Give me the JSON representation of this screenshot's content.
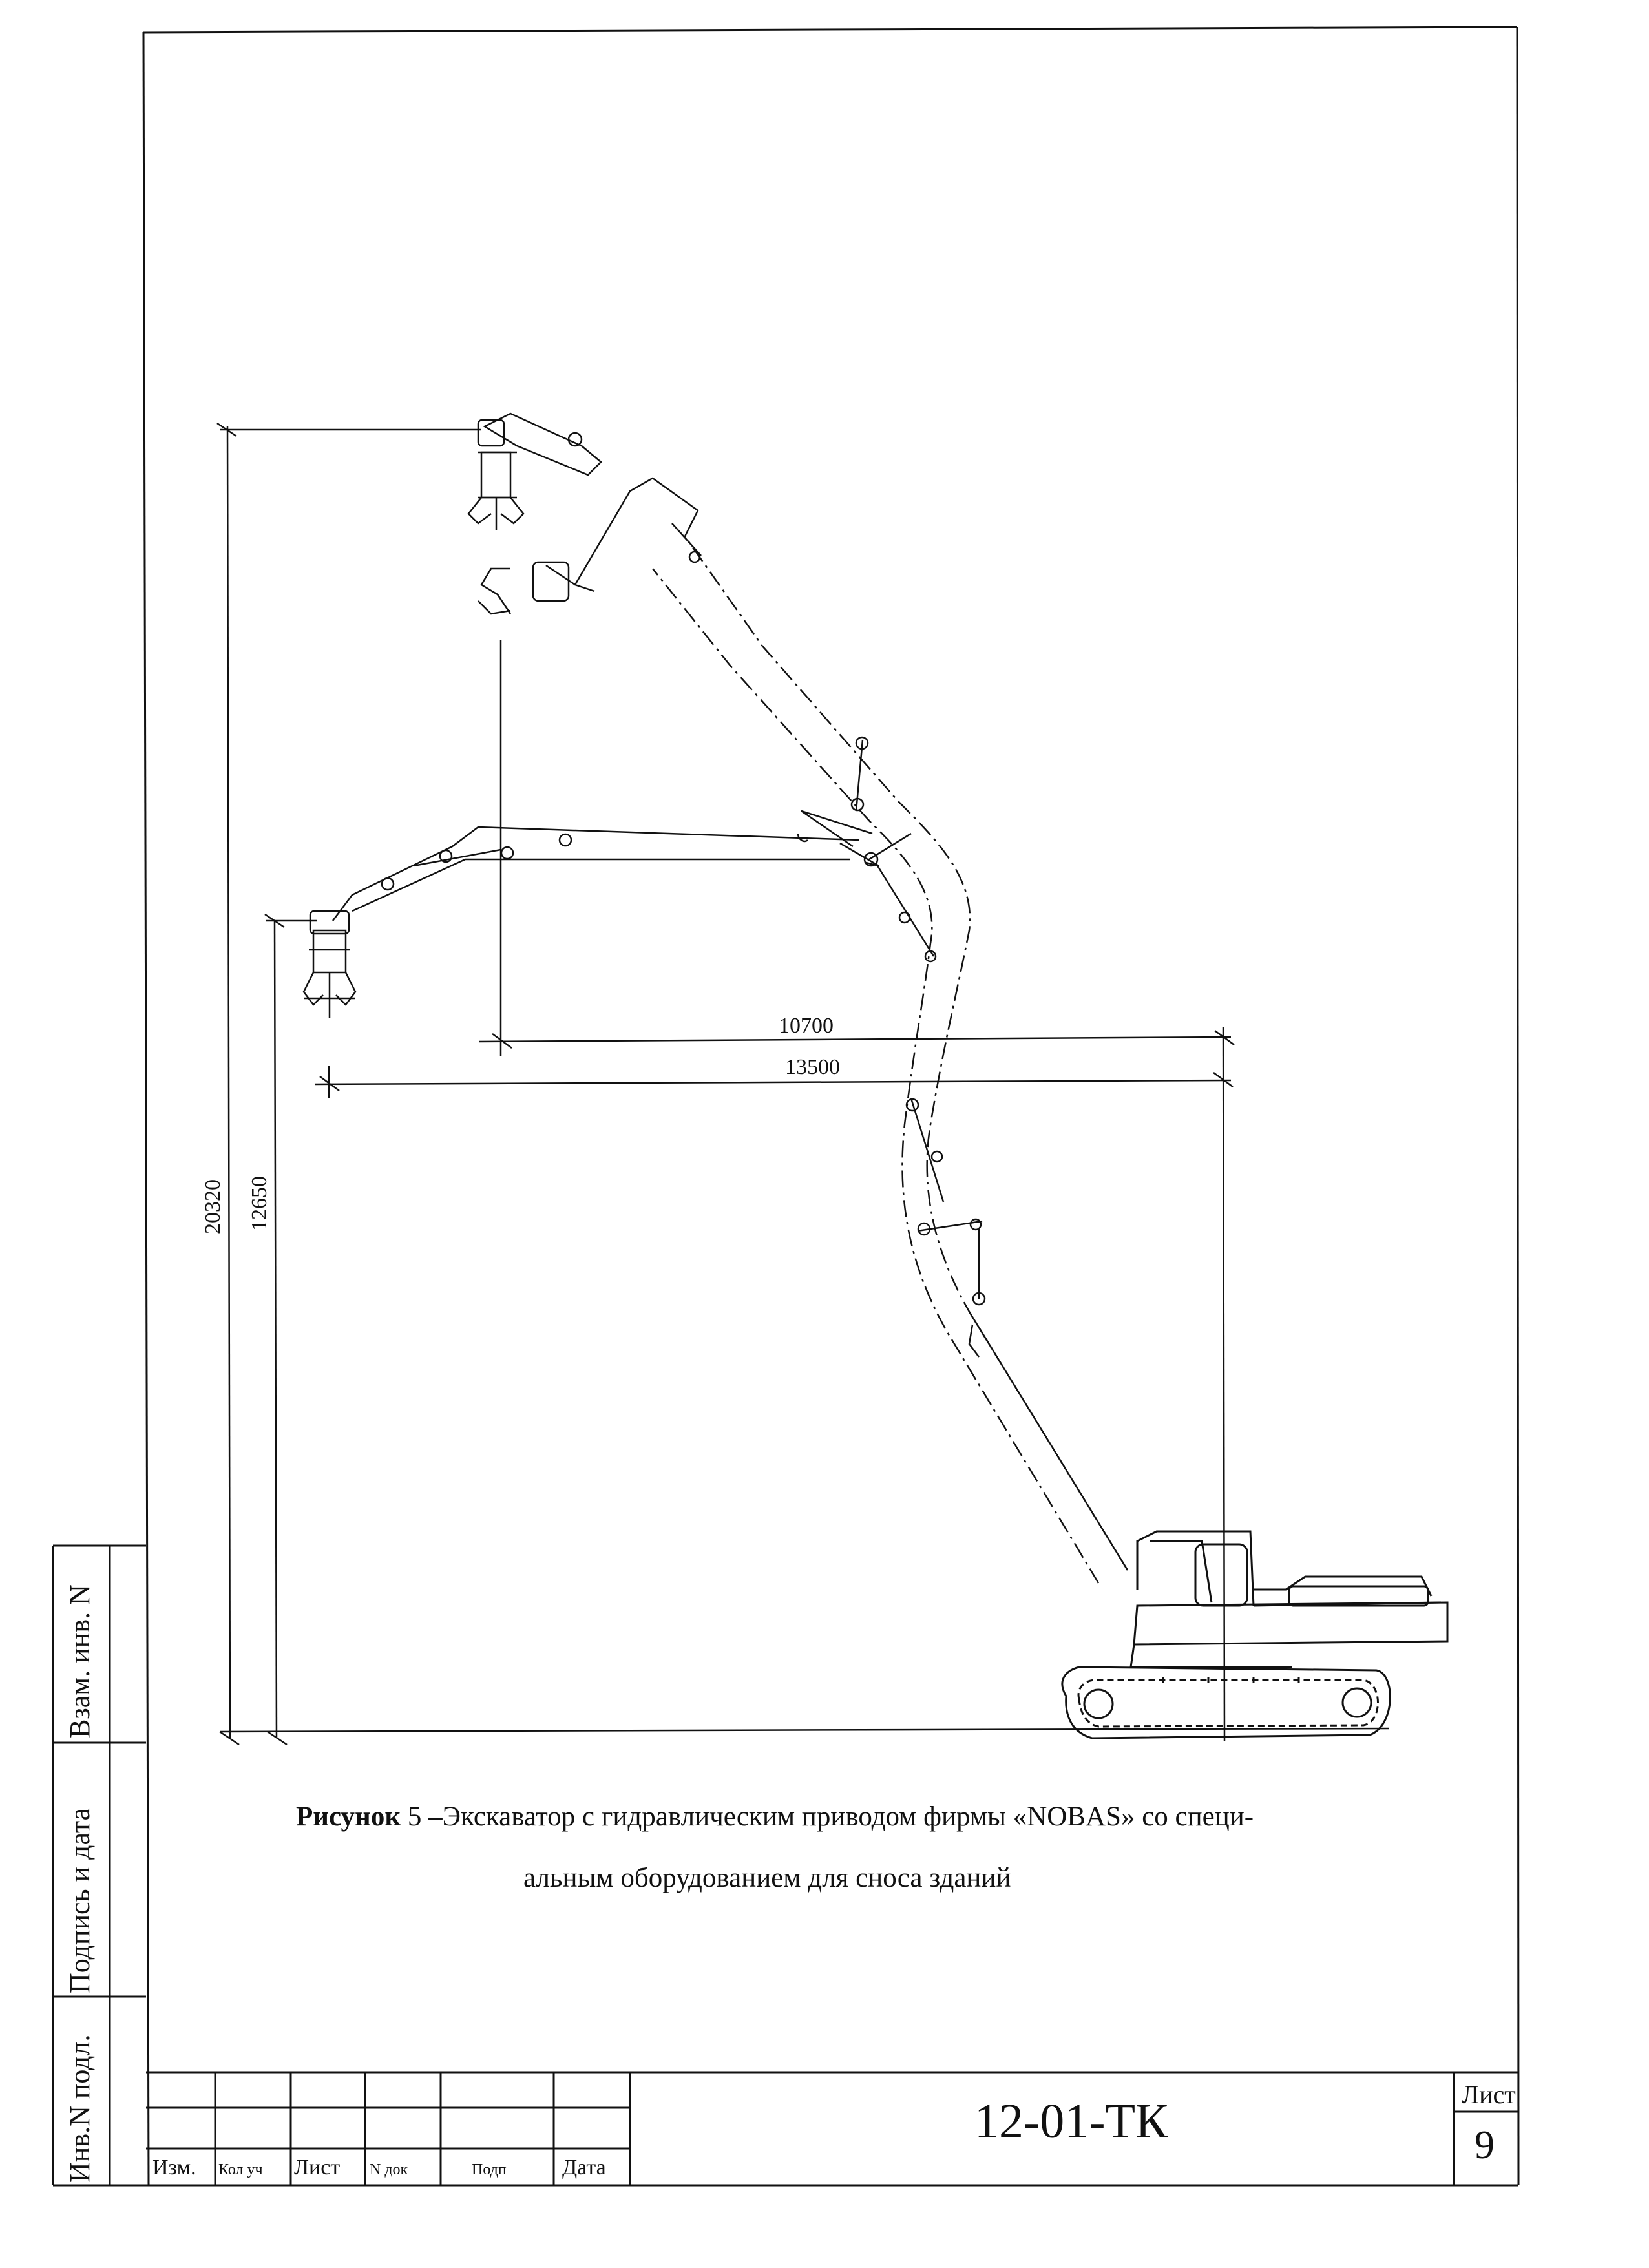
{
  "figure": {
    "dimensions": {
      "h_upper": "10700",
      "h_lower": "13500",
      "v_left": "20320",
      "v_inner": "12650"
    }
  },
  "caption": {
    "label": "Рисунок",
    "number": "5",
    "text_line1": " –Экскаватор с гидравлическим приводом фирмы «NOBAS» со специ-",
    "text_line2": "альным оборудованием для сноса зданий"
  },
  "side_stamp": {
    "vzam_inv": "Взам. инв. N",
    "podpis_data": "Подпись и дата",
    "inv_podl": "Инв.N подл."
  },
  "title_block": {
    "code": "12-01-ТК",
    "sheet_label": "Лист",
    "sheet_number": "9",
    "columns": [
      "Изм.",
      "Кол уч",
      "Лист",
      "N док",
      "Подп",
      "Дата"
    ]
  }
}
